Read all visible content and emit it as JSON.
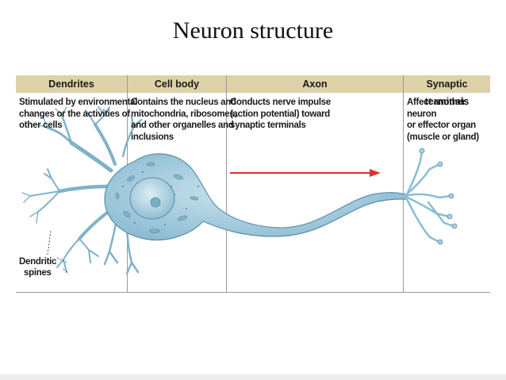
{
  "title": "Neuron structure",
  "columns": [
    {
      "header": "Dendrites",
      "description": [
        "Stimulated by environmental",
        "changes or the activities of",
        "other cells"
      ]
    },
    {
      "header": "Cell body",
      "description": [
        "Contains the nucleus and",
        "mitochondria, ribosomes,",
        "and other organelles and",
        "inclusions"
      ]
    },
    {
      "header": "Axon",
      "description": [
        "Conducts nerve impulse",
        "(action potential) toward",
        "synaptic terminals"
      ]
    },
    {
      "header": "Synaptic terminals",
      "description": [
        "Affect another neuron",
        "or effector organ",
        "(muscle or gland)"
      ]
    }
  ],
  "spines_label": [
    "Dendritic",
    "spines"
  ],
  "colors": {
    "header_bg": "#ddd1a7",
    "neuron_fill": "#a9cfe0",
    "neuron_stroke": "#5d8ea6",
    "arrow": "#e0332a"
  }
}
